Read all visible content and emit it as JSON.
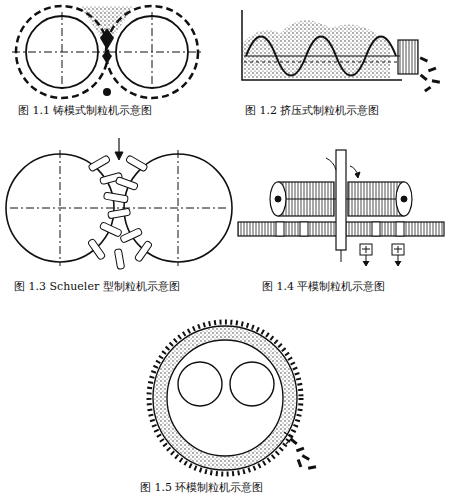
{
  "diagram": {
    "labels": [
      "图 1.1  铸模式制粒机示意图",
      "图 1.2  挤压式制粒机示意图",
      "图 1.3 Schueler 型制粒机示意图",
      "图 1.4  平模制粒机示意图",
      "图 1.5  环模制粒机示意图"
    ]
  }
}
